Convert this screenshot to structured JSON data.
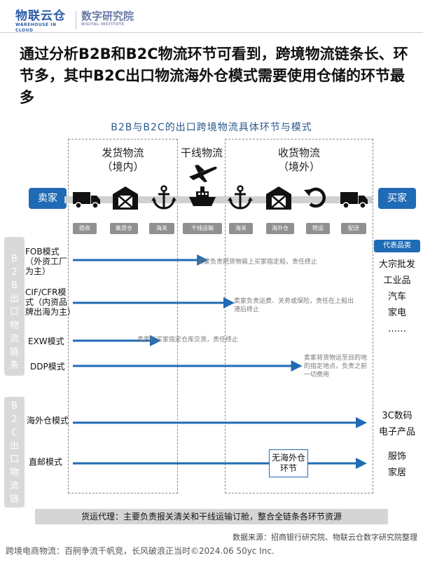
{
  "header": {
    "logo_main": "物联云仓",
    "logo_sub": "WAREHOUSE IN CLOUD",
    "institute_main": "数字研究院",
    "institute_sub": "DIGITAL INSTITUTE"
  },
  "title": "通过分析B2B和B2C物流环节可看到，跨境物流链条长、环节多，其中B2C出口物流海外仓模式需要使用仓储的环节最多",
  "diagram_title": "B2B与B2C的出口跨境物流具体环节与模式",
  "stages": {
    "domestic_line1": "发货物流",
    "domestic_line2": "（境内）",
    "trunk": "干线物流",
    "overseas_line1": "收货物流",
    "overseas_line2": "（境外）"
  },
  "roles": {
    "seller": "卖家",
    "buyer": "买家"
  },
  "icons": [
    "truck-icon",
    "warehouse-icon",
    "anchor-icon",
    "airplane-icon",
    "ship-icon",
    "anchor-icon",
    "warehouse-icon",
    "return-arrow-icon",
    "truck-icon"
  ],
  "steps": [
    "揽收",
    "集货仓",
    "海关",
    "干线运输",
    "海关",
    "海外仓",
    "转运",
    "配送"
  ],
  "b2b_label": "B2B出口物流链条",
  "b2c_label": "B2C出口物流链条",
  "b2b_modes": [
    {
      "name": "FOB模式（外资工厂为主）",
      "note": "卖家负责把货物装上买家指定船，责任终止",
      "end": 0.46
    },
    {
      "name": "CIF/CFR模式（内资品牌出海为主）",
      "note": "卖家负责运费、关务或保险，责任在上船出港后终止",
      "end": 0.55
    },
    {
      "name": "EXW模式",
      "note": "卖家在买家指定仓库交货，责任终止",
      "end": 0.3
    },
    {
      "name": "DDP模式",
      "note": "卖家将货物运至目的地的指定地点，负责之前一切费用",
      "end": 0.78
    }
  ],
  "b2c_modes": [
    {
      "name": "海外仓模式",
      "note": "",
      "end": 1.0
    },
    {
      "name": "直邮模式",
      "note": "无海外仓环节",
      "end": 1.0
    }
  ],
  "categories": {
    "badge": "代表品类",
    "b2b": [
      "大宗批发",
      "工业品",
      "汽车",
      "家电",
      "……"
    ],
    "b2c_1": [
      "3C数码",
      "电子产品"
    ],
    "b2c_2": [
      "服饰",
      "家居"
    ]
  },
  "agent_note": "货运代理：主要负责报关清关和干线运输订舱，整合全链条各环节资源",
  "source": "数据来源：招商银行研究院、物联云仓数字研究院整理",
  "footer": "跨境电商物流：百舸争流千帆竞，长风破浪正当时©2024.06 50yc Inc.",
  "colors": {
    "accent": "#1f6bb5",
    "step_bg": "#909090",
    "sidebar": "#d9d9d9"
  }
}
